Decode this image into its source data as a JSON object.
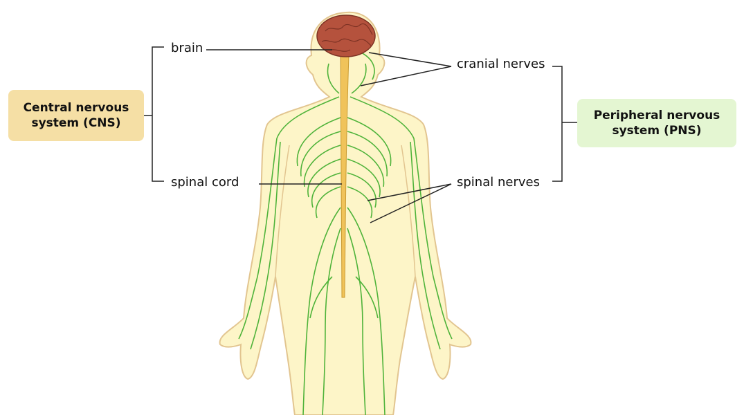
{
  "boxes": {
    "cns": "Central nervous system (CNS)",
    "pns": "Peripheral nervous system (PNS)"
  },
  "labels": {
    "brain": "brain",
    "spinal_cord": "spinal cord",
    "cranial_nerves": "cranial nerves",
    "spinal_nerves": "spinal nerves"
  },
  "colors": {
    "skin": "#fdf5c8",
    "skin_outline": "#e2c590",
    "nerves": "#4fb33a",
    "brain": "#b5523d",
    "spinal_cord": "#f0c35a",
    "cns_box": "#f5dfa5",
    "pns_box": "#e4f6d2"
  }
}
